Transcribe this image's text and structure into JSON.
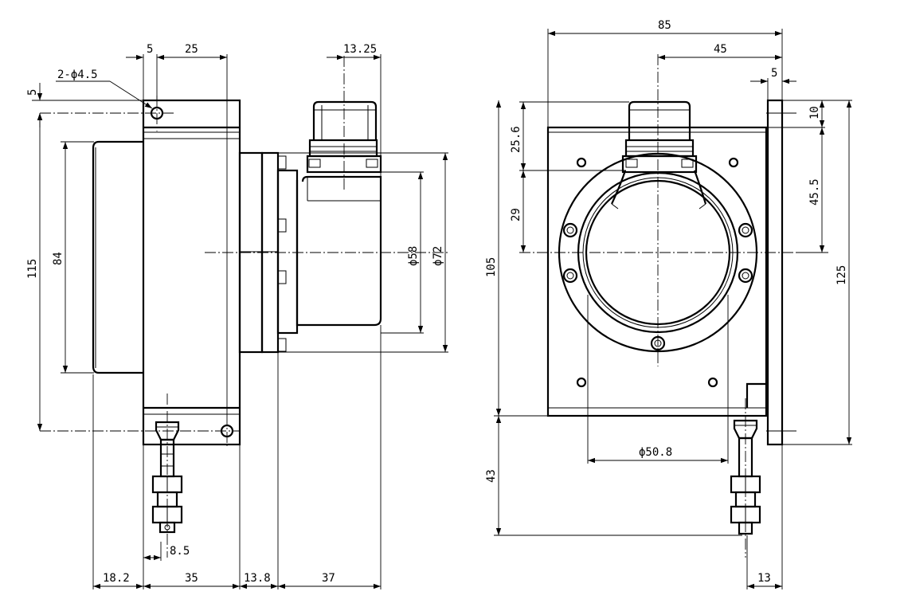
{
  "dims": {
    "left_top_5": "5",
    "left_top_25": "25",
    "left_top_1325": "13.25",
    "hole_note": "2-ϕ4.5",
    "left_side_5": "5",
    "left_115": "115",
    "left_84": "84",
    "left_phi58": "ϕ58",
    "left_phi72": "ϕ72",
    "left_85": "8.5",
    "bot_182": "18.2",
    "bot_35": "35",
    "bot_138": "13.8",
    "bot_37": "37",
    "right_85": "85",
    "right_45": "45",
    "right_5": "5",
    "right_256": "25.6",
    "right_29": "29",
    "right_105": "105",
    "right_43": "43",
    "right_10": "10",
    "right_455": "45.5",
    "right_125": "125",
    "right_phi508": "ϕ50.8",
    "right_13": "13"
  }
}
